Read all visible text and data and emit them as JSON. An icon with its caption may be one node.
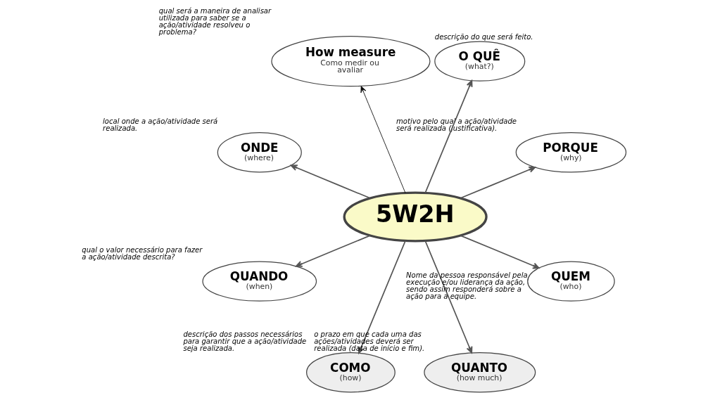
{
  "diagram": {
    "nodes": [
      {
        "text": [
          "How measure",
          "Como medir ou avaliar"
        ],
        "beside": [
          "qual será a maneira de analisar utilizada para saber se a ação/atividade resolveu o problema?"
        ]
      },
      {
        "text": [
          "O QUÊ",
          "(what?)"
        ],
        "beside": [
          "descrição do que será feito."
        ]
      },
      {
        "text": [
          "ONDE",
          "(where)"
        ],
        "beside": [
          "local onde a ação/atividade será realizada."
        ]
      },
      {
        "text": [
          "5W2H"
        ]
      },
      {
        "text": [
          "PORQUE",
          "(why)"
        ],
        "beside": [
          "motivo pelo qual a ação/atividade será realizada (justificativa)."
        ]
      },
      {
        "text": [
          "QUANDO",
          "(when)"
        ],
        "beside": [
          "qual o valor necessário para fazer a ação/atividade descrita?"
        ]
      },
      {
        "text": [
          "QUEM",
          "(who)"
        ],
        "beside": [
          "Nome da pessoa responsável pela execução e/ou liderança da ação, sendo assim responderá sobre a ação para a equipe."
        ]
      },
      {
        "text": [
          "COMO",
          "(how)"
        ],
        "beside": [
          "descrição dos passos necessários para garantir que a ação/atividade seja realizada."
        ]
      },
      {
        "text": [
          "QUANTO",
          "(how much)"
        ],
        "beside": [
          "o prazo em que cada uma das ações/atividades deverá ser realizada (data de início e fim)."
        ]
      }
    ],
    "edges": [
      {
        "from": 3,
        "to": 0,
        "arrow": "to",
        "color": "#000000"
      },
      {
        "from": 3,
        "to": 1,
        "arrow": "to"
      },
      {
        "from": 3,
        "to": 2,
        "arrow": "to"
      },
      {
        "from": 3,
        "to": 4,
        "arrow": "to"
      },
      {
        "from": 3,
        "to": 5,
        "arrow": "to"
      },
      {
        "from": 3,
        "to": 6,
        "arrow": "to"
      },
      {
        "from": 3,
        "to": 7,
        "arrow": "to"
      },
      {
        "from": 3,
        "to": 8,
        "arrow": "to"
      }
    ]
  }
}
